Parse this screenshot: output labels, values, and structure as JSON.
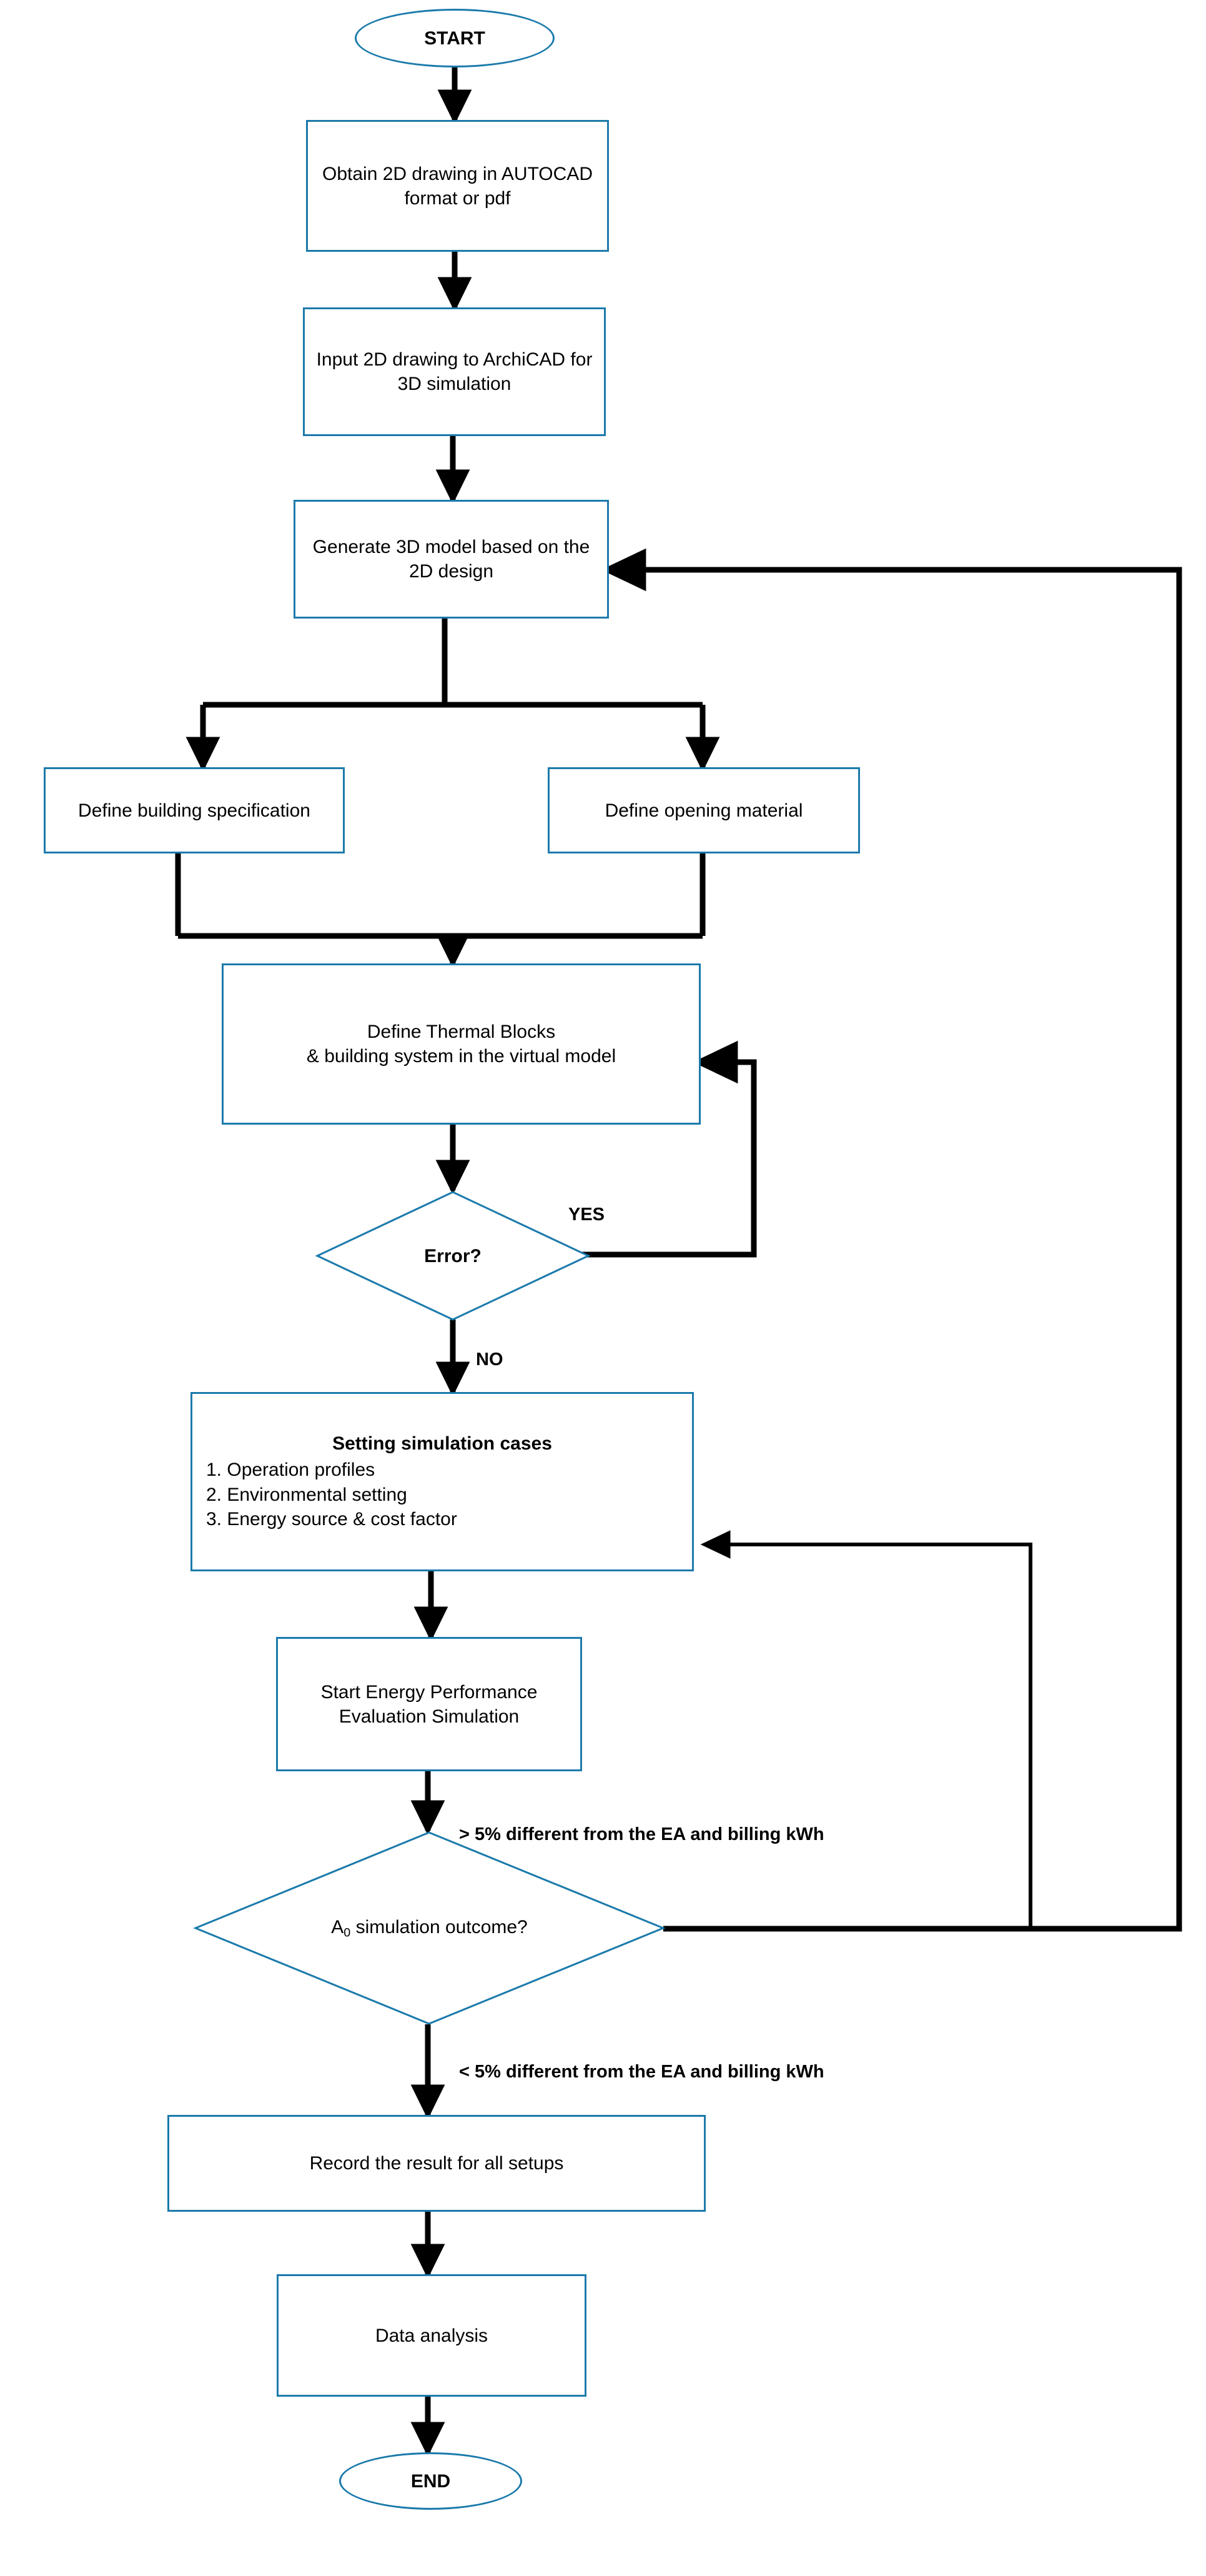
{
  "diagram": {
    "title": "Energy performance simulation workflow flowchart",
    "colors": {
      "shape_stroke": "#1b7aab",
      "connector": "#000000",
      "background": "#ffffff",
      "text": "#000000"
    },
    "nodes": {
      "start": {
        "label": "START",
        "shape": "terminator"
      },
      "obtain_2d": {
        "label": "Obtain 2D drawing in AUTOCAD format or pdf",
        "shape": "process"
      },
      "input_2d": {
        "label": "Input 2D drawing to ArchiCAD for 3D simulation",
        "shape": "process"
      },
      "generate_3d": {
        "label": "Generate 3D model based on the 2D design",
        "shape": "process"
      },
      "define_building": {
        "label": "Define building specification",
        "shape": "process"
      },
      "define_opening": {
        "label": "Define opening material",
        "shape": "process"
      },
      "thermal_blocks": {
        "label": "Define Thermal Blocks\n& building system in the virtual model",
        "shape": "process"
      },
      "error_decision": {
        "label": "Error?",
        "shape": "decision"
      },
      "setting_cases": {
        "shape": "process",
        "title": "Setting simulation cases",
        "items": [
          "1. Operation profiles",
          "2. Environmental setting",
          "3. Energy source & cost factor"
        ]
      },
      "start_simulation": {
        "label": "Start Energy Performance Evaluation Simulation",
        "shape": "process"
      },
      "outcome_decision": {
        "label_prefix": "A",
        "label_subscript": "0",
        "label_suffix": " simulation outcome?",
        "shape": "decision"
      },
      "record_result": {
        "label": "Record the result for all setups",
        "shape": "process"
      },
      "data_analysis": {
        "label": "Data analysis",
        "shape": "process"
      },
      "end": {
        "label": "END",
        "shape": "terminator"
      }
    },
    "edge_labels": {
      "error_yes": "YES",
      "error_no": "NO",
      "outcome_above_5": "> 5% different from the EA and billing kWh",
      "outcome_below_5": "< 5% different from the EA and billing kWh"
    },
    "edges": [
      {
        "from": "start",
        "to": "obtain_2d",
        "label": ""
      },
      {
        "from": "obtain_2d",
        "to": "input_2d",
        "label": ""
      },
      {
        "from": "input_2d",
        "to": "generate_3d",
        "label": ""
      },
      {
        "from": "generate_3d",
        "to": "define_building",
        "label": ""
      },
      {
        "from": "generate_3d",
        "to": "define_opening",
        "label": ""
      },
      {
        "from": "define_building",
        "to": "thermal_blocks",
        "label": ""
      },
      {
        "from": "define_opening",
        "to": "thermal_blocks",
        "label": ""
      },
      {
        "from": "thermal_blocks",
        "to": "error_decision",
        "label": ""
      },
      {
        "from": "error_decision",
        "to": "thermal_blocks",
        "label": "YES"
      },
      {
        "from": "error_decision",
        "to": "setting_cases",
        "label": "NO"
      },
      {
        "from": "setting_cases",
        "to": "start_simulation",
        "label": ""
      },
      {
        "from": "start_simulation",
        "to": "outcome_decision",
        "label": ""
      },
      {
        "from": "outcome_decision",
        "to": "setting_cases",
        "label": "> 5% different from the EA and billing kWh"
      },
      {
        "from": "outcome_decision",
        "to": "generate_3d",
        "label": "> 5% different from the EA and billing kWh"
      },
      {
        "from": "outcome_decision",
        "to": "record_result",
        "label": "< 5% different from the EA and billing kWh"
      },
      {
        "from": "record_result",
        "to": "data_analysis",
        "label": ""
      },
      {
        "from": "data_analysis",
        "to": "end",
        "label": ""
      }
    ]
  }
}
